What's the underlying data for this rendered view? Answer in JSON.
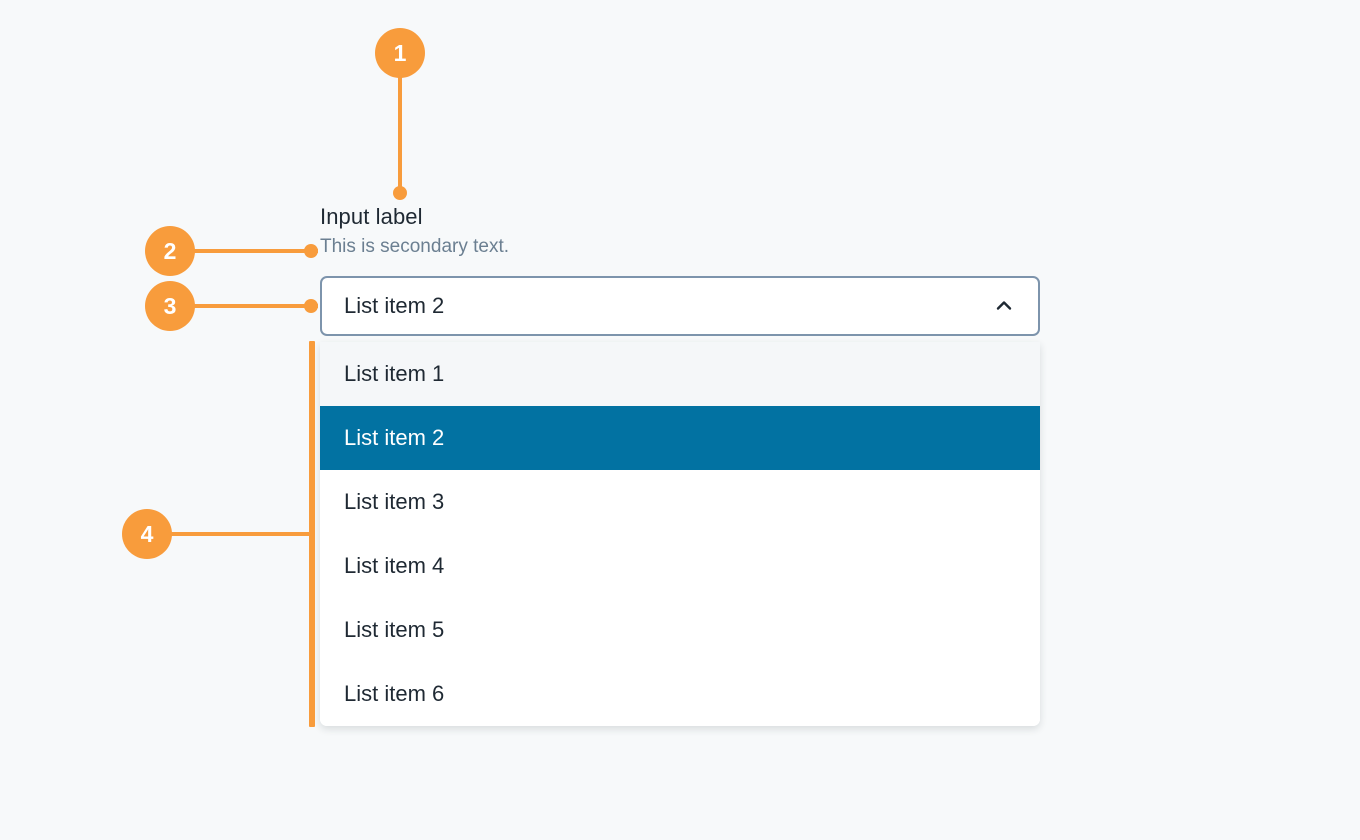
{
  "colors": {
    "accent_orange": "#F89C3C",
    "selected_blue": "#0272A2",
    "hover_gray": "#F5F7F9",
    "page_background": "#F7F9FA",
    "border": "#7D94AC",
    "text_primary": "#1F2933",
    "text_secondary": "#6B7F91"
  },
  "annotations": [
    {
      "number": "1",
      "target": "input-label"
    },
    {
      "number": "2",
      "target": "helper-text"
    },
    {
      "number": "3",
      "target": "select-control"
    },
    {
      "number": "4",
      "target": "dropdown-list"
    }
  ],
  "field": {
    "label": "Input label",
    "helper_text": "This is secondary text.",
    "selected_value": "List item 2",
    "toggle_icon": "chevron-up-icon",
    "expanded": true
  },
  "dropdown": {
    "options": [
      {
        "label": "List item 1",
        "state": "hovered"
      },
      {
        "label": "List item 2",
        "state": "selected"
      },
      {
        "label": "List item 3",
        "state": "default"
      },
      {
        "label": "List item 4",
        "state": "default"
      },
      {
        "label": "List item 5",
        "state": "default"
      },
      {
        "label": "List item 6",
        "state": "default"
      }
    ]
  }
}
